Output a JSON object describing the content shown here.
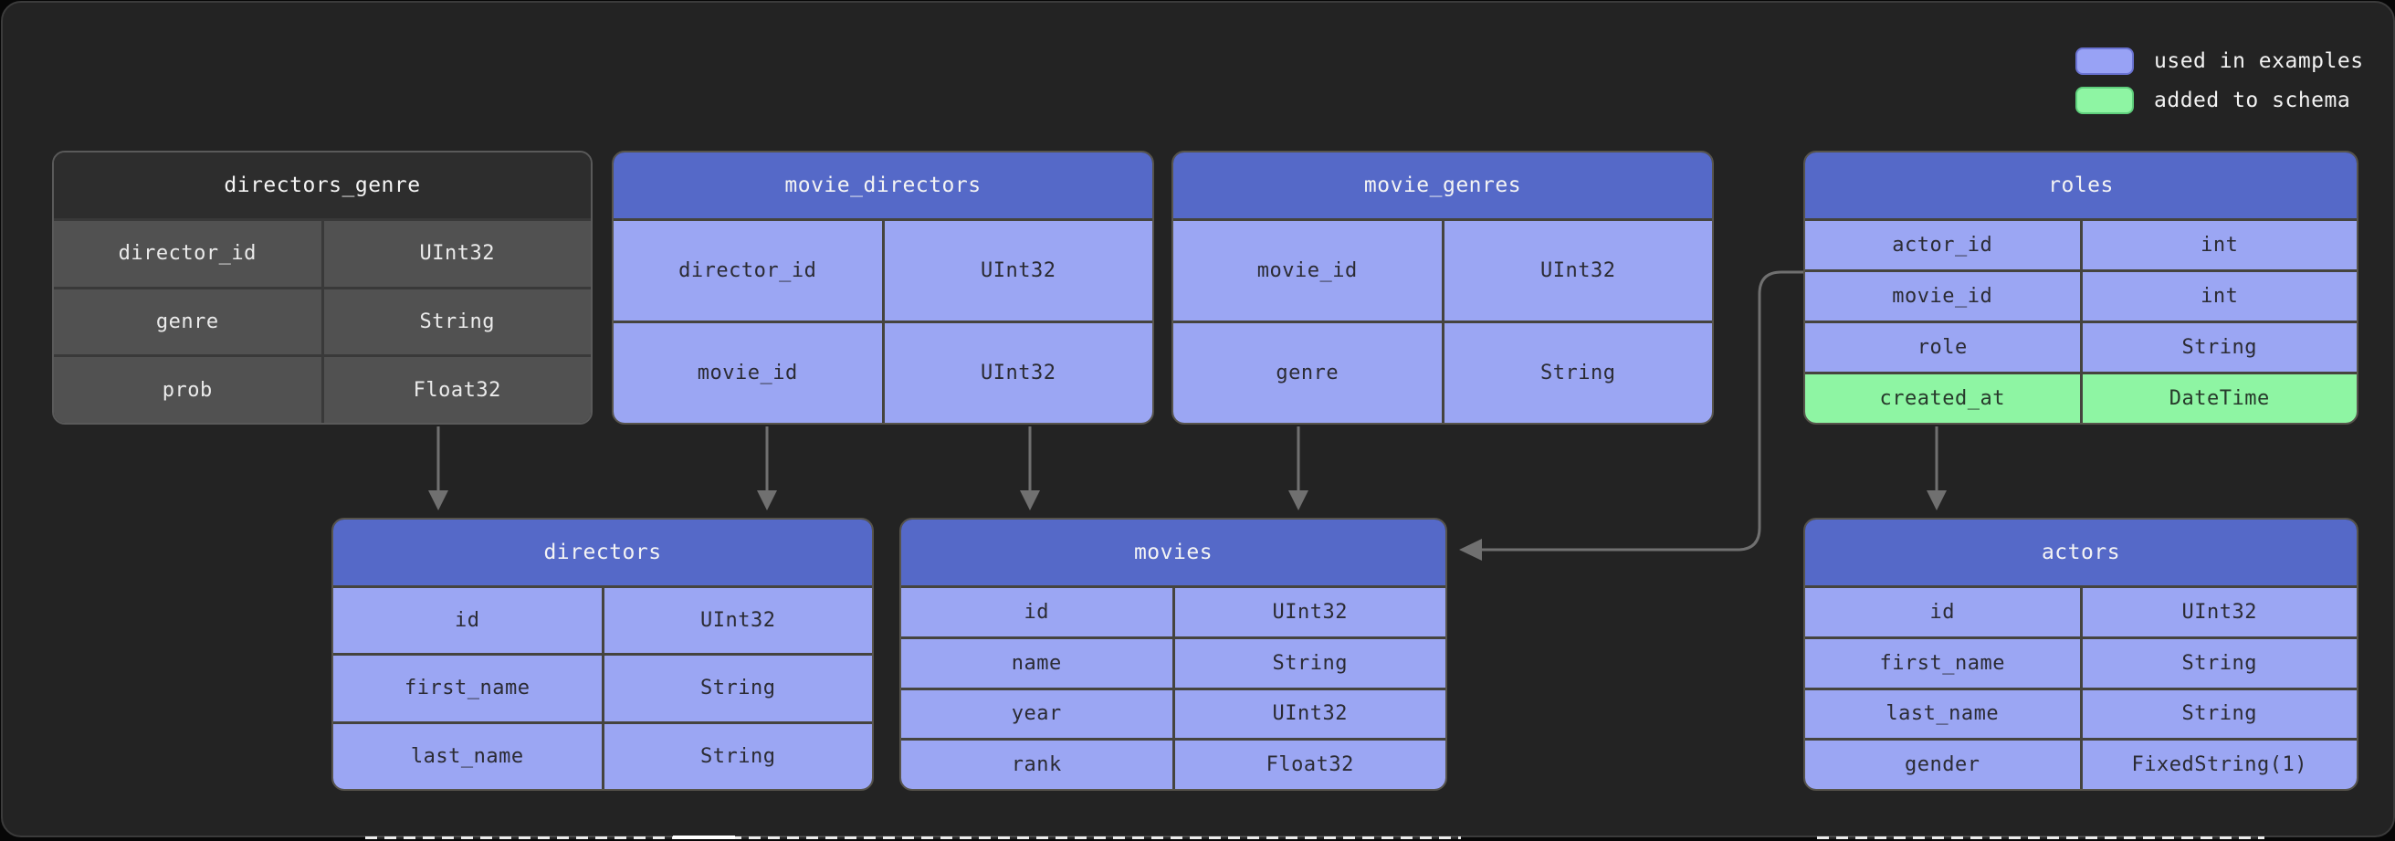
{
  "legend": {
    "items": [
      {
        "label": "used in examples",
        "color": "#98a2f5"
      },
      {
        "label": "added to schema",
        "color": "#8ef5a3"
      }
    ]
  },
  "tables": {
    "directors_genre": {
      "title": "directors_genre",
      "variant": "gray",
      "rows": [
        {
          "field": "director_id",
          "type": "UInt32"
        },
        {
          "field": "genre",
          "type": "String"
        },
        {
          "field": "prob",
          "type": "Float32"
        }
      ]
    },
    "movie_directors": {
      "title": "movie_directors",
      "variant": "blue",
      "rows": [
        {
          "field": "director_id",
          "type": "UInt32"
        },
        {
          "field": "movie_id",
          "type": "UInt32"
        }
      ]
    },
    "movie_genres": {
      "title": "movie_genres",
      "variant": "blue",
      "rows": [
        {
          "field": "movie_id",
          "type": "UInt32"
        },
        {
          "field": "genre",
          "type": "String"
        }
      ]
    },
    "roles": {
      "title": "roles",
      "variant": "blue",
      "rows": [
        {
          "field": "actor_id",
          "type": "int"
        },
        {
          "field": "movie_id",
          "type": "int"
        },
        {
          "field": "role",
          "type": "String"
        },
        {
          "field": "created_at",
          "type": "DateTime",
          "highlight": "added to schema"
        }
      ]
    },
    "directors": {
      "title": "directors",
      "variant": "blue",
      "rows": [
        {
          "field": "id",
          "type": "UInt32"
        },
        {
          "field": "first_name",
          "type": "String"
        },
        {
          "field": "last_name",
          "type": "String"
        }
      ]
    },
    "movies": {
      "title": "movies",
      "variant": "blue",
      "rows": [
        {
          "field": "id",
          "type": "UInt32"
        },
        {
          "field": "name",
          "type": "String"
        },
        {
          "field": "year",
          "type": "UInt32"
        },
        {
          "field": "rank",
          "type": "Float32"
        }
      ]
    },
    "actors": {
      "title": "actors",
      "variant": "blue",
      "rows": [
        {
          "field": "id",
          "type": "UInt32"
        },
        {
          "field": "first_name",
          "type": "String"
        },
        {
          "field": "last_name",
          "type": "String"
        },
        {
          "field": "gender",
          "type": "FixedString(1)"
        }
      ]
    }
  },
  "colors": {
    "background": "#232323",
    "header_blue": "#5569c8",
    "row_blue": "#9ba6f3",
    "row_green": "#8ef5a3",
    "table_gray_header": "#2d2d2d",
    "table_gray_row": "#515151",
    "arrow": "#707070"
  }
}
